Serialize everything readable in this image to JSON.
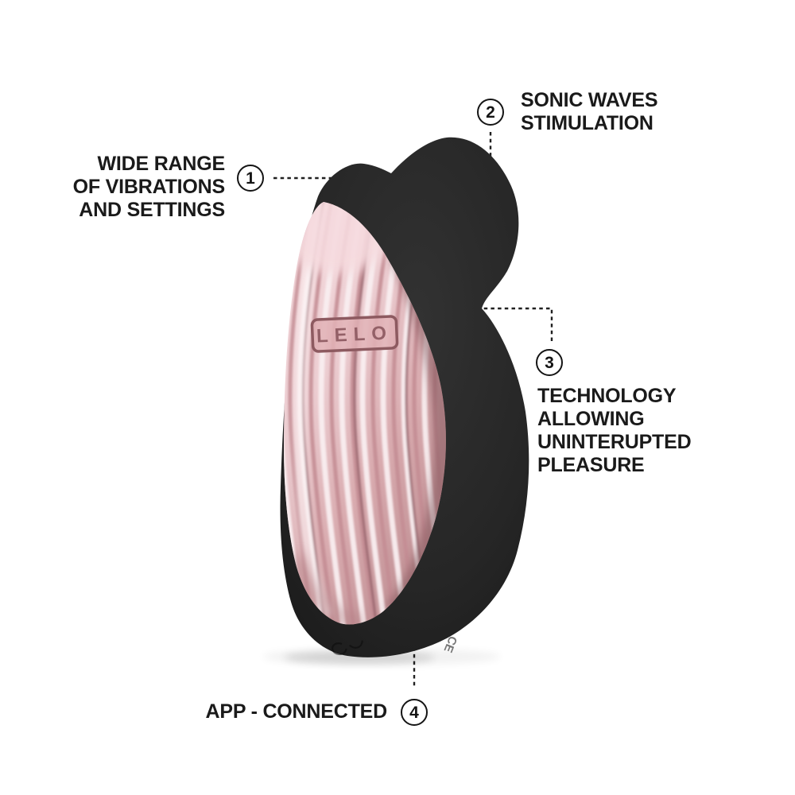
{
  "canvas": {
    "background": "#ffffff"
  },
  "styles": {
    "text_color": "#1a1a1a",
    "connector_color": "#202020",
    "badge_border": "#141414",
    "badge_background": "#ffffff",
    "device_body_color": "#262626",
    "panel_light": "#f6dde0",
    "panel_mid": "#dcaeb3",
    "panel_deep": "#ba8a8f"
  },
  "product": {
    "brand": "LELO",
    "ce_mark": "CE"
  },
  "callouts": [
    {
      "number": "1",
      "lines": [
        "WIDE RANGE",
        "OF VIBRATIONS",
        "AND SETTINGS"
      ]
    },
    {
      "number": "2",
      "lines": [
        "SONIC WAVES",
        "STIMULATION"
      ]
    },
    {
      "number": "3",
      "lines": [
        "TECHNOLOGY",
        "ALLOWING",
        "UNINTERUPTED",
        "PLEASURE"
      ]
    },
    {
      "number": "4",
      "lines": [
        "APP - CONNECTED"
      ]
    }
  ]
}
